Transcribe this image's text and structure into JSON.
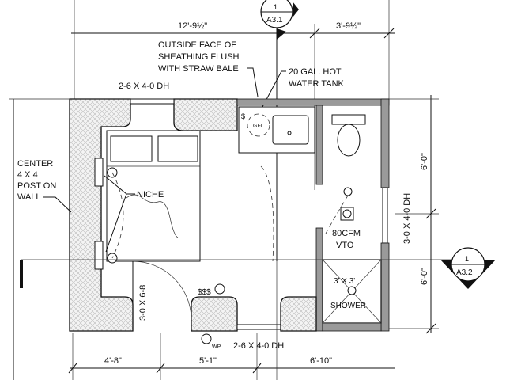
{
  "title": "Straw bale cabin floor plan",
  "section_markers": [
    {
      "number": "1",
      "sheet": "A3.1"
    },
    {
      "number": "1",
      "sheet": "A3.2"
    }
  ],
  "dimensions": {
    "top": [
      "12'-9½\"",
      "3'-9½\""
    ],
    "bottom": [
      "4'-8\"",
      "5'-1\"",
      "6'-10\""
    ],
    "right": [
      "6'-0\"",
      "6'-0\""
    ]
  },
  "notes": {
    "sheathing": [
      "OUTSIDE FACE OF",
      "SHEATHING FLUSH",
      "WITH STRAW BALE"
    ],
    "water_tank": [
      "20 GAL. HOT",
      "WATER TANK"
    ],
    "post": [
      "CENTER",
      "4 X 4",
      "POST ON",
      "WALL"
    ],
    "niche": "NICHE",
    "fan": [
      "80CFM",
      "VTO"
    ],
    "shower": [
      "3' X 3'",
      "SHOWER"
    ],
    "gfi": "GFI",
    "switches": "$$$",
    "switch_kitchen": "$",
    "wp": "WP"
  },
  "openings": {
    "top_window": "2-6 X 4-0 DH",
    "right_window": "3-0 X 4-0 DH",
    "entry_door": "3-0 X 6-8",
    "bottom_window": "2-6 X 4-0 DH"
  }
}
